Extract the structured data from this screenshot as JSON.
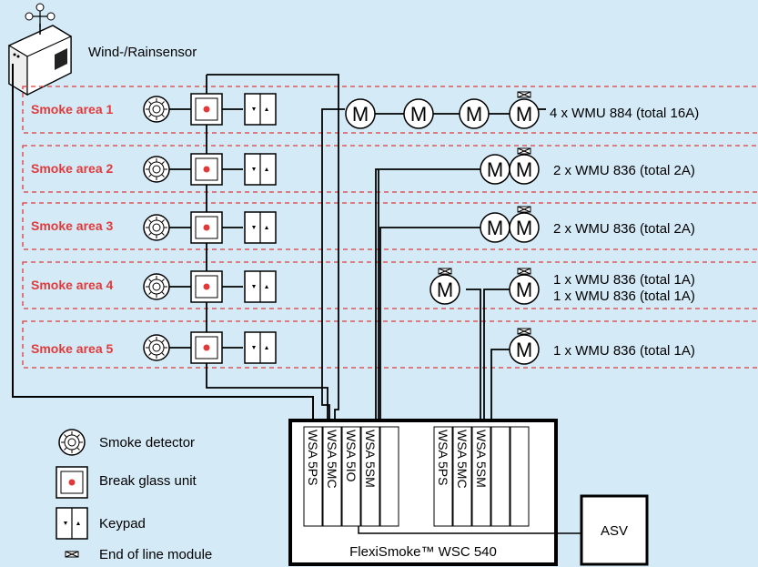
{
  "sensor": {
    "label": "Wind-/Rainsensor"
  },
  "areas": [
    {
      "label": "Smoke area 1",
      "motors": "4 x WMU 884 (total 16A)"
    },
    {
      "label": "Smoke area 2",
      "motors": "2 x WMU 836 (total 2A)"
    },
    {
      "label": "Smoke area 3",
      "motors": "2 x WMU 836 (total 2A)"
    },
    {
      "label": "Smoke area 4",
      "motors": "1 x WMU 836 (total 1A)",
      "motors2": "1 x WMU 836 (total 1A)"
    },
    {
      "label": "Smoke area 5",
      "motors": "1 x WMU 836 (total 1A)"
    }
  ],
  "motor_symbol": "M",
  "keypad": {
    "down": "▼",
    "up": "▲"
  },
  "panel": {
    "title": "FlexiSmoke™ WSC 540",
    "modules": [
      "WSA 5PS",
      "WSA 5MC",
      "WSA 5IO",
      "WSA 5SM",
      "WSA 5PS",
      "WSA 5MC",
      "WSA 5SM"
    ]
  },
  "asv": {
    "label": "ASV"
  },
  "legend": {
    "smoke_detector": "Smoke detector",
    "break_glass": "Break glass unit",
    "keypad": "Keypad",
    "end_of_line": "End of line module"
  },
  "colors": {
    "background": "#d5eaf7",
    "accent": "#e03a3a"
  }
}
